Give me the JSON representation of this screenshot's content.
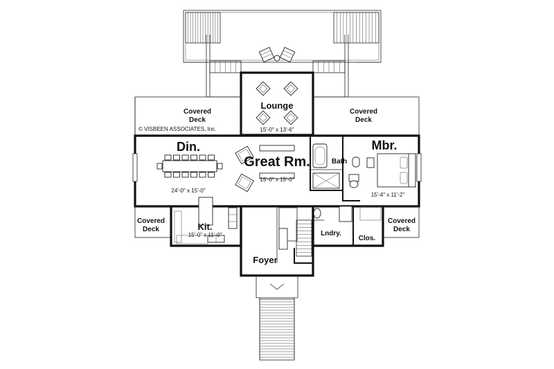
{
  "copyright": "© VISBEEN ASSOCIATES, Inc.",
  "rooms": {
    "lounge": {
      "name": "Lounge",
      "dims": "15'-0\" x 13'-6\""
    },
    "covered_deck_left": {
      "line1": "Covered",
      "line2": "Deck"
    },
    "covered_deck_right": {
      "line1": "Covered",
      "line2": "Deck"
    },
    "dining": {
      "name": "Din.",
      "dims": "24'-0\" x 15'-0\""
    },
    "great_room": {
      "name": "Great Rm.",
      "dims": "15'-0\" x 15'-0\""
    },
    "bath": {
      "name": "Bath"
    },
    "master_bedroom": {
      "name": "Mbr.",
      "dims": "15'-4\" x 11'-2\""
    },
    "covered_deck_lower_left": {
      "line1": "Covered",
      "line2": "Deck"
    },
    "kitchen": {
      "name": "Kit.",
      "dims": "15'-0\" x 11'-0\""
    },
    "laundry": {
      "name": "Lndry."
    },
    "closet": {
      "name": "Clos."
    },
    "covered_deck_lower_right": {
      "line1": "Covered",
      "line2": "Deck"
    },
    "foyer": {
      "name": "Foyer"
    }
  }
}
